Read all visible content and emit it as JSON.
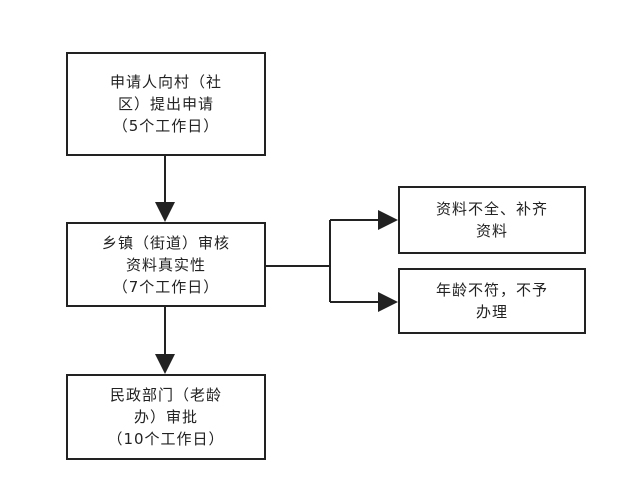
{
  "diagram": {
    "step_apply": {
      "lines": [
        "申请人向村（社",
        "区）提出申请",
        "（5个工作日）"
      ]
    },
    "step_review": {
      "lines": [
        "乡镇（街道）审核",
        "资料真实性",
        "（7个工作日）"
      ]
    },
    "step_approve": {
      "lines": [
        "民政部门（老龄",
        "办）审批",
        "（10个工作日）"
      ]
    },
    "outcome_incomplete": {
      "lines": [
        "资料不全、补齐",
        "资料"
      ]
    },
    "outcome_rejected": {
      "lines": [
        "年龄不符，不予",
        "办理"
      ]
    }
  }
}
